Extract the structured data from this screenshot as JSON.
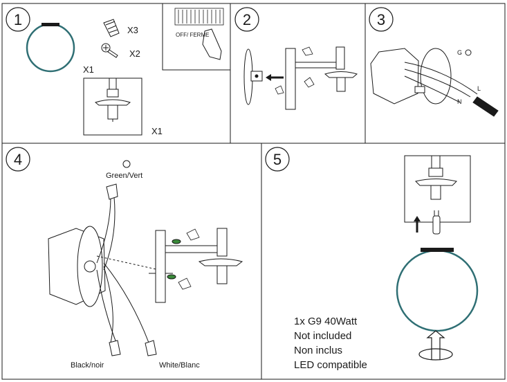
{
  "steps": {
    "s1": "1",
    "s2": "2",
    "s3": "3",
    "s4": "4",
    "s5": "5"
  },
  "step1": {
    "qty_connectors": "X3",
    "qty_screws": "X2",
    "qty_ring": "X1",
    "qty_fixture": "X1",
    "breaker_text": "OFF/ FERME"
  },
  "step3": {
    "ground_label": "G",
    "live_label": "L",
    "neutral_label": "N"
  },
  "step4": {
    "green_label": "Green/Vert",
    "black_label": "Black/noir",
    "white_label": "White/Blanc"
  },
  "step5": {
    "bulb_lines": [
      "1x G9 40Watt",
      "Not included",
      "Non inclus",
      "LED compatible"
    ]
  },
  "colors": {
    "line": "#1a1a1a",
    "ring": "#2f6f74",
    "green_connector": "#3a8a3a"
  }
}
